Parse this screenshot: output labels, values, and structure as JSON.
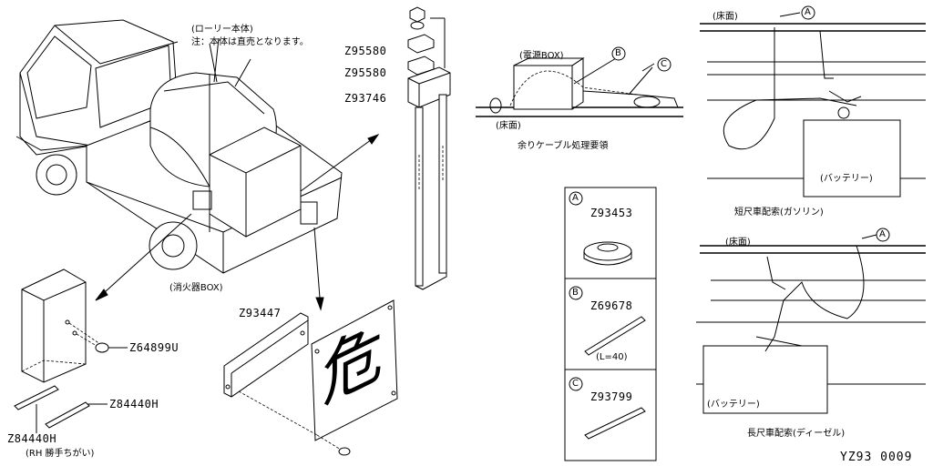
{
  "labels": {
    "lorry_body": "(ローリー本体)",
    "note": "注：本体は直売となります。",
    "extinguisher_box": "(消火器BOX)",
    "rh_note": "(RH 勝手ちがい)",
    "power_box": "(電源BOX)",
    "floor_1": "(床面)",
    "cable_title": "余りケーブル処理要領",
    "floor_2": "(床面)",
    "battery_1": "(バッテリー)",
    "short_gasoline": "短尺車配索(ガソリン)",
    "floor_3": "(床面)",
    "battery_2": "(バッテリー)",
    "long_diesel": "長尺車配索(ディーゼル)",
    "length_note": "(L=40)"
  },
  "callouts": [
    "A",
    "B",
    "C"
  ],
  "parts": {
    "z95580_a": "Z95580",
    "z95580_b": "Z95580",
    "z93746": "Z93746",
    "z93447": "Z93447",
    "z64899u": "Z64899U",
    "z84440h_a": "Z84440H",
    "z84440h_b": "Z84440H",
    "z93453": "Z93453",
    "z69678": "Z69678",
    "z93799": "Z93799"
  },
  "hazard_char": "危",
  "footer_code": "YZ93 0009"
}
